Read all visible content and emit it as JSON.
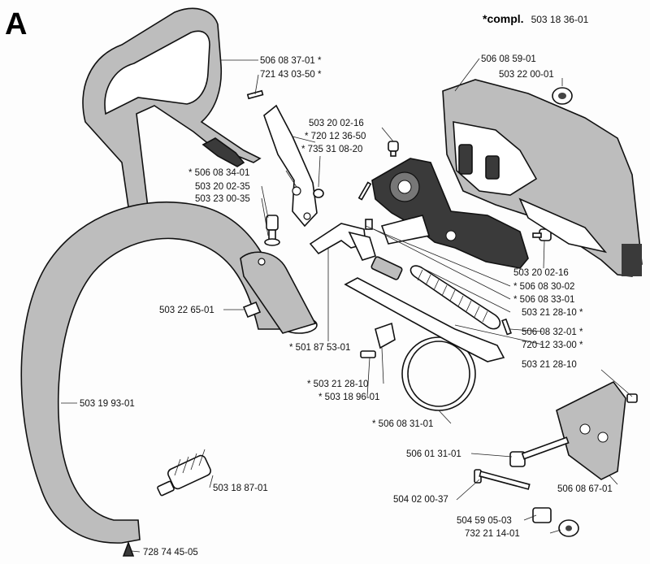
{
  "section_letter": "A",
  "complete_note": {
    "prefix": "*compl.",
    "number": "503 18 36-01"
  },
  "labels": {
    "p50608371": "506 08 37-01 *",
    "p72143035": "721 43 03-50 *",
    "p50608591": "506 08 59-01",
    "p50322001": "503 22 00-01",
    "p50320216a": "503 20 02-16",
    "p72012365": "* 720 12 36-50",
    "p73531082": "* 735 31 08-20",
    "p50608341": "* 506 08 34-01",
    "p50320023": "503 20 02-35",
    "p50323003": "503 23 00-35",
    "p50322651": "503 22 65-01",
    "p50187531": "* 501 87 53-01",
    "p50320216b": "503 20 02-16",
    "p50608302": "* 506 08 30-02",
    "p50608331": "* 506 08 33-01",
    "p50321281a": "503 21 28-10 *",
    "p50608321": "506 08 32-01 *",
    "p72012330": "720 12 33-00 *",
    "p50321281b": "503 21 28-10",
    "p50321281c": "* 503 21 28-10",
    "p50318961": "* 503 18 96-01",
    "p50608311": "* 506 08 31-01",
    "p50319931": "503 19 93-01",
    "p50601311": "506 01 31-01",
    "p50318871": "503 18 87-01",
    "p50402003": "504 02 00-37",
    "p50608671": "506 08 67-01",
    "p50459050": "504 59 05-03",
    "p73221140": "732 21 14-01",
    "p72874450": "728 74 45-05"
  }
}
